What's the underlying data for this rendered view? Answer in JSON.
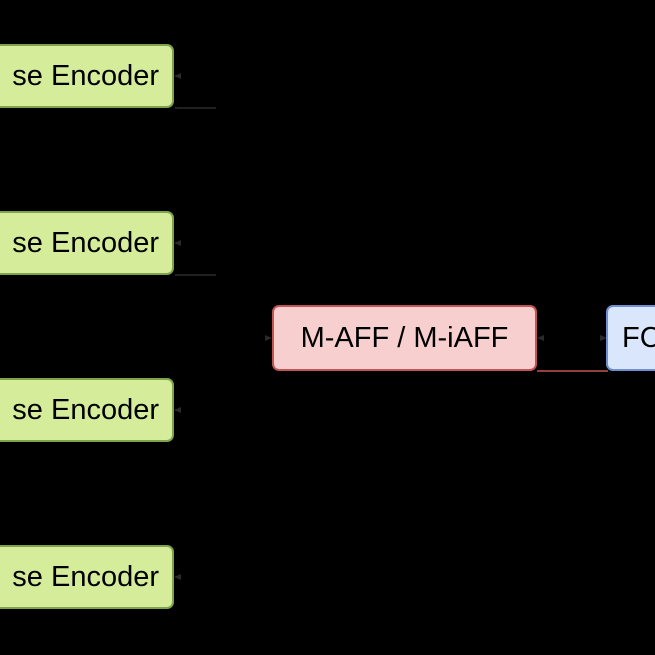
{
  "diagram": {
    "encoders": [
      {
        "label": "se Encoder"
      },
      {
        "label": "se Encoder"
      },
      {
        "label": "se Encoder"
      },
      {
        "label": "se Encoder"
      }
    ],
    "fusion": {
      "label": "M-AFF / M-iAFF"
    },
    "fc": {
      "label": "FC"
    }
  },
  "colors": {
    "background": "#000000",
    "encoder_fill": "#d5ec9b",
    "encoder_border": "#7fa34a",
    "fusion_fill": "#f7cfcf",
    "fusion_border": "#c25454",
    "fc_fill": "#d9e6fb",
    "fc_border": "#6f8fd1",
    "edge": "#2a2a2a"
  }
}
